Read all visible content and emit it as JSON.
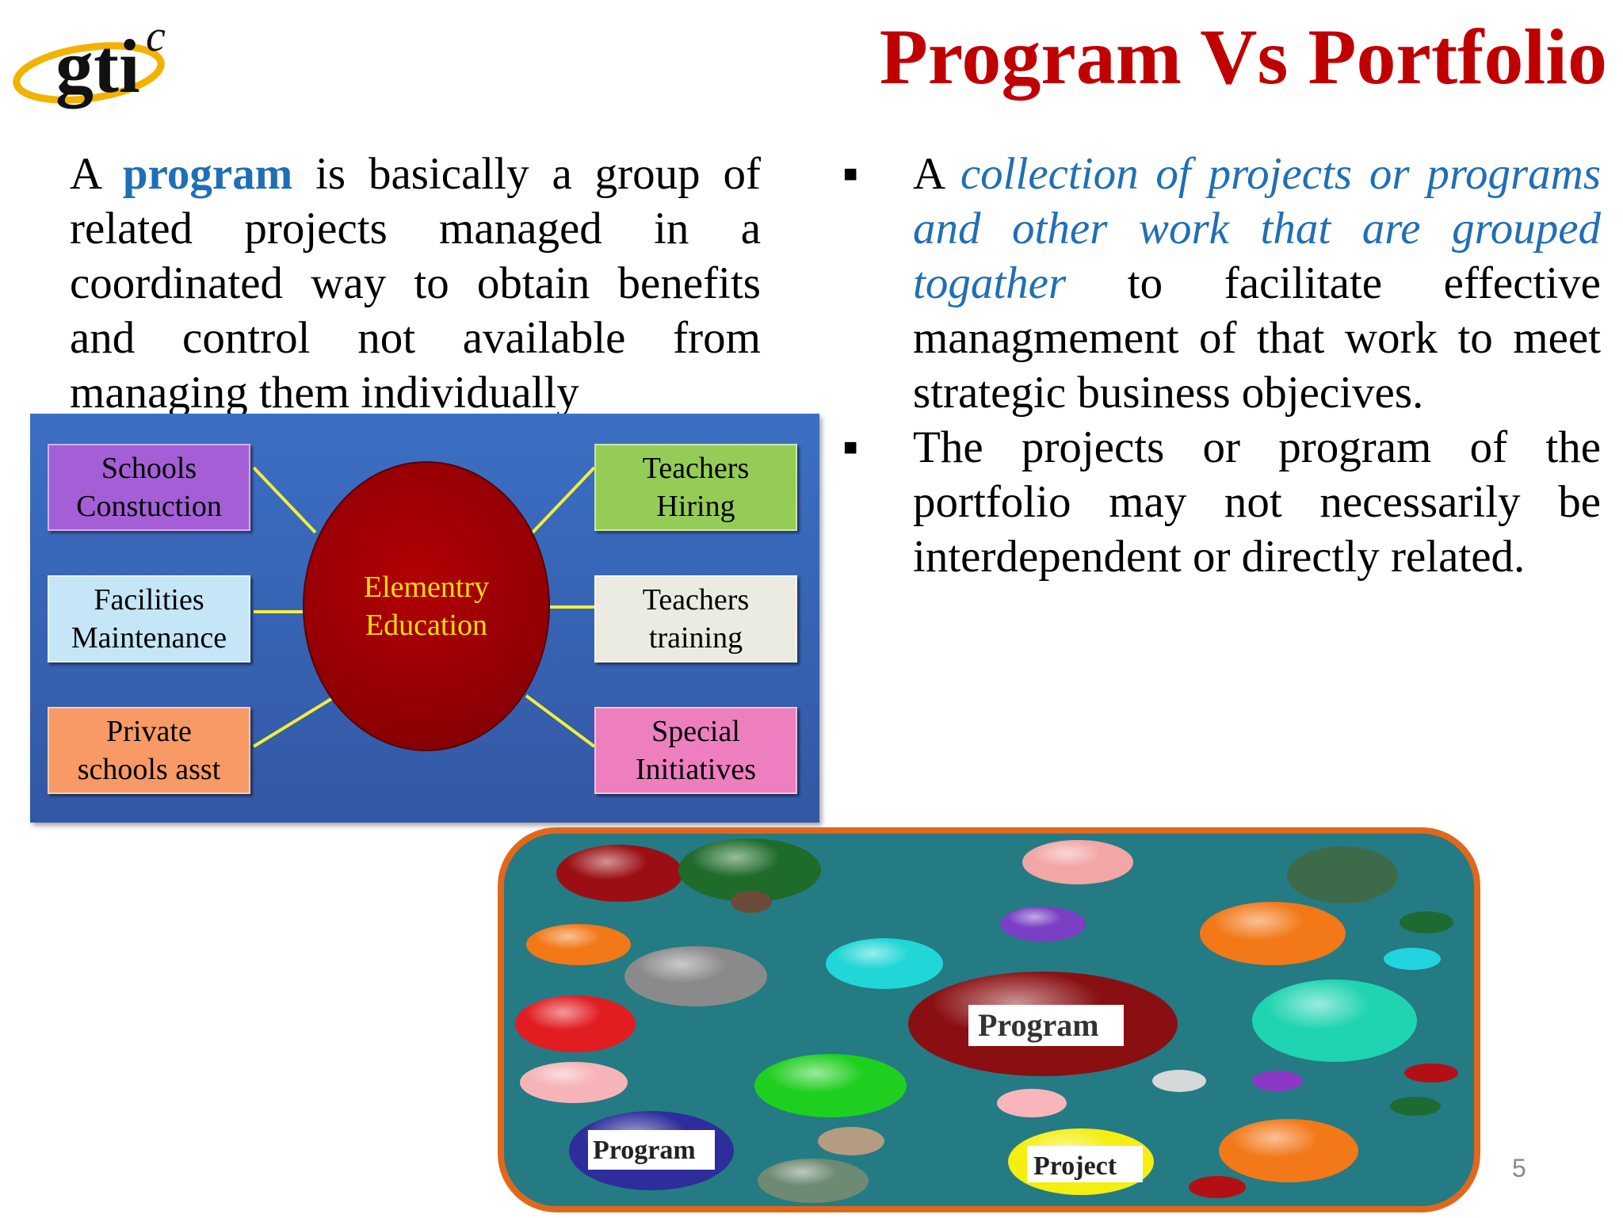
{
  "logo": {
    "text": "gti",
    "superscript": "c"
  },
  "title": "Program Vs Portfolio",
  "left_paragraph": {
    "lead": "A",
    "keyword": "program",
    "rest": "is basically a group of related projects managed in a coordinated way to obtain benefits and control not available from managing them individually"
  },
  "right_bullets": [
    {
      "lead": "A",
      "emphasis": "collection of projects or programs and other work that are grouped togather",
      "rest": "to facilitate effective managmement of that work to meet strategic business objecives."
    },
    {
      "text": "The projects or program of the portfolio may not necessarily be interdependent or directly related."
    }
  ],
  "diagram": {
    "center": {
      "line1": "Elementry",
      "line2": "Education"
    },
    "boxes": [
      {
        "line1": "Schools",
        "line2": "Constuction",
        "color": "#a55fd6"
      },
      {
        "line1": "Facilities",
        "line2": "Maintenance",
        "color": "#c5e6f7"
      },
      {
        "line1": "Private",
        "line2": "schools asst",
        "color": "#f79a66"
      },
      {
        "line1": "Teachers",
        "line2": "Hiring",
        "color": "#95cc57"
      },
      {
        "line1": "Teachers",
        "line2": "training",
        "color": "#ebebe1"
      },
      {
        "line1": "Special",
        "line2": "Initiatives",
        "color": "#ee7fbf"
      }
    ]
  },
  "portfolio_labels": {
    "program_main": "Program",
    "program_small": "Program",
    "project": "Project"
  },
  "page_number": "5"
}
